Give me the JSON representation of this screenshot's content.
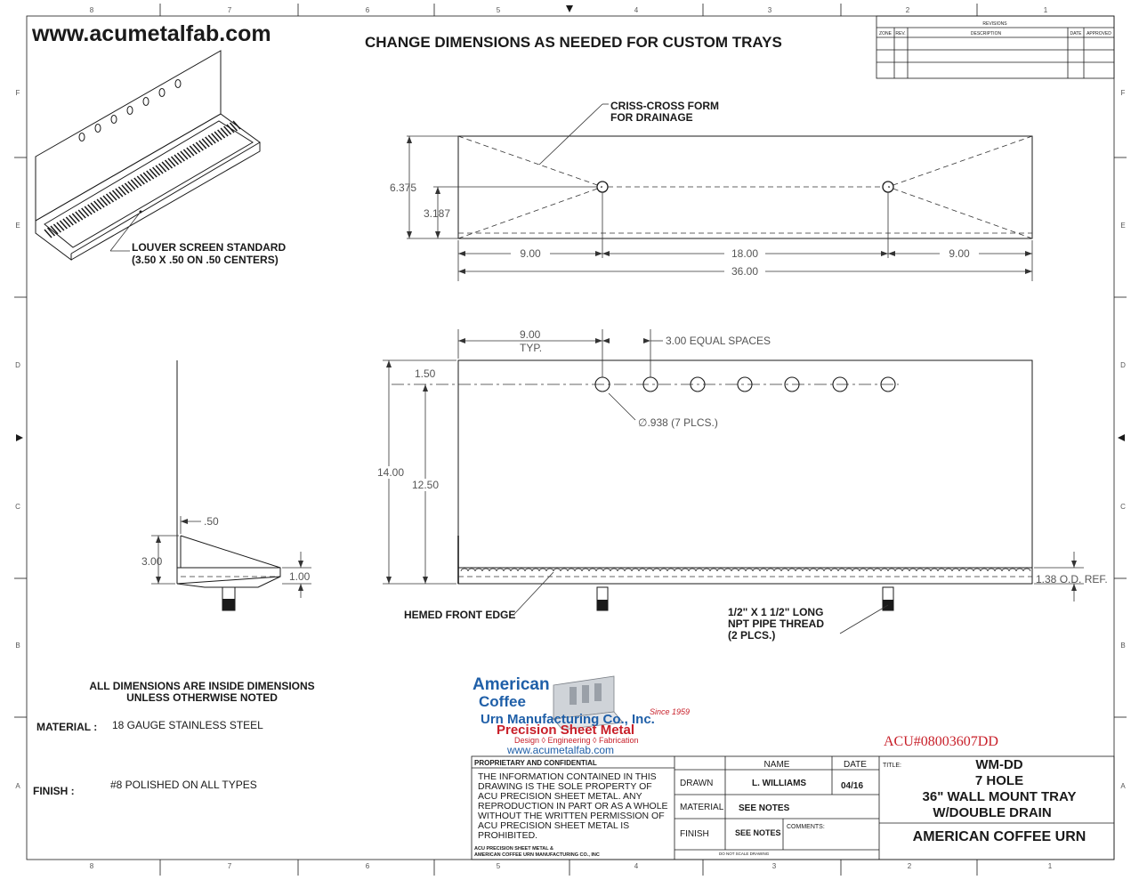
{
  "header": {
    "website": "www.acumetalfab.com",
    "headline": "CHANGE DIMENSIONS AS NEEDED FOR CUSTOM TRAYS"
  },
  "revisions": {
    "title": "REVISIONS",
    "columns": [
      "ZONE",
      "REV.",
      "DESCRIPTION",
      "DATE",
      "APPROVED"
    ]
  },
  "zones": {
    "top": [
      "8",
      "7",
      "6",
      "5",
      "4",
      "3",
      "2",
      "1"
    ],
    "side": [
      "F",
      "E",
      "D",
      "C",
      "B",
      "A"
    ]
  },
  "iso_view": {
    "note_line1": "LOUVER SCREEN STANDARD",
    "note_line2": "(3.50 X .50 ON .50 CENTERS)"
  },
  "top_view": {
    "note_line1": "CRISS-CROSS FORM",
    "note_line2": "FOR DRAINAGE",
    "dims": {
      "height": "6.375",
      "half_height": "3.187",
      "left": "9.00",
      "middle": "18.00",
      "right": "9.00",
      "overall": "36.00"
    }
  },
  "front_view": {
    "dims": {
      "hole_start": "9.00",
      "typ": "TYP.",
      "spacing": "3.00 EQUAL SPACES",
      "hole_offset": "1.50",
      "height": "14.00",
      "height_inner": "12.50",
      "hole_dia": "∅.938 (7 PLCS.)",
      "od_ref": "1.38 O.D. REF."
    },
    "hem_note": "HEMED FRONT EDGE",
    "thread_line1": "1/2\" X 1 1/2\" LONG",
    "thread_line2": "NPT PIPE THREAD",
    "thread_line3": "(2 PLCS.)"
  },
  "side_view": {
    "dims": {
      "thickness": ".50",
      "height": "3.00",
      "front": "1.00"
    }
  },
  "notes": {
    "dims_line1": "ALL DIMENSIONS ARE INSIDE DIMENSIONS",
    "dims_line2": "UNLESS OTHERWISE NOTED",
    "material_label": "MATERIAL :",
    "material_value": "18 GAUGE STAINLESS STEEL",
    "finish_label": "FINISH :",
    "finish_value": "#8 POLISHED ON ALL TYPES"
  },
  "logo": {
    "line1": "American",
    "line2": "Coffee",
    "line3": "Urn Manufacturing Co., Inc.",
    "since": "Since 1959",
    "psm": "Precision Sheet Metal",
    "tagline": "Design ◊ Engineering ◊ Fabrication",
    "url": "www.acumetalfab.com"
  },
  "part_number": "ACU#08003607DD",
  "title_block": {
    "prop_title": "PROPRIETARY AND CONFIDENTIAL",
    "prop_text": [
      "THE INFORMATION CONTAINED IN THIS",
      "DRAWING IS THE SOLE PROPERTY OF",
      "ACU PRECISION SHEET METAL. ANY",
      "REPRODUCTION IN PART OR AS A WHOLE",
      "WITHOUT THE WRITTEN PERMISSION OF",
      "ACU PRECISION SHEET METAL IS",
      "PROHIBITED."
    ],
    "prop_foot1": "ACU PRECISION SHEET METAL &",
    "prop_foot2": "AMERICAN COFFEE URN MANUFACTURING CO., INC",
    "name_header": "NAME",
    "date_header": "DATE",
    "drawn_label": "DRAWN",
    "drawn_name": "L. WILLIAMS",
    "drawn_date": "04/16",
    "material_label": "MATERIAL",
    "material_value": "SEE NOTES",
    "finish_label": "FINISH",
    "finish_value": "SEE NOTES",
    "comments_label": "COMMENTS:",
    "no_scale": "DO NOT SCALE DRAWING",
    "title_label": "TITLE:",
    "title_lines": [
      "WM-DD",
      "7 HOLE",
      "36\" WALL MOUNT TRAY",
      "W/DOUBLE DRAIN"
    ],
    "company": "AMERICAN COFFEE URN"
  },
  "colors": {
    "line": "#1a1a1a",
    "dim": "#555555",
    "logo_blue": "#1f5fa8",
    "logo_red": "#c8202a",
    "part_red": "#c8202a"
  }
}
